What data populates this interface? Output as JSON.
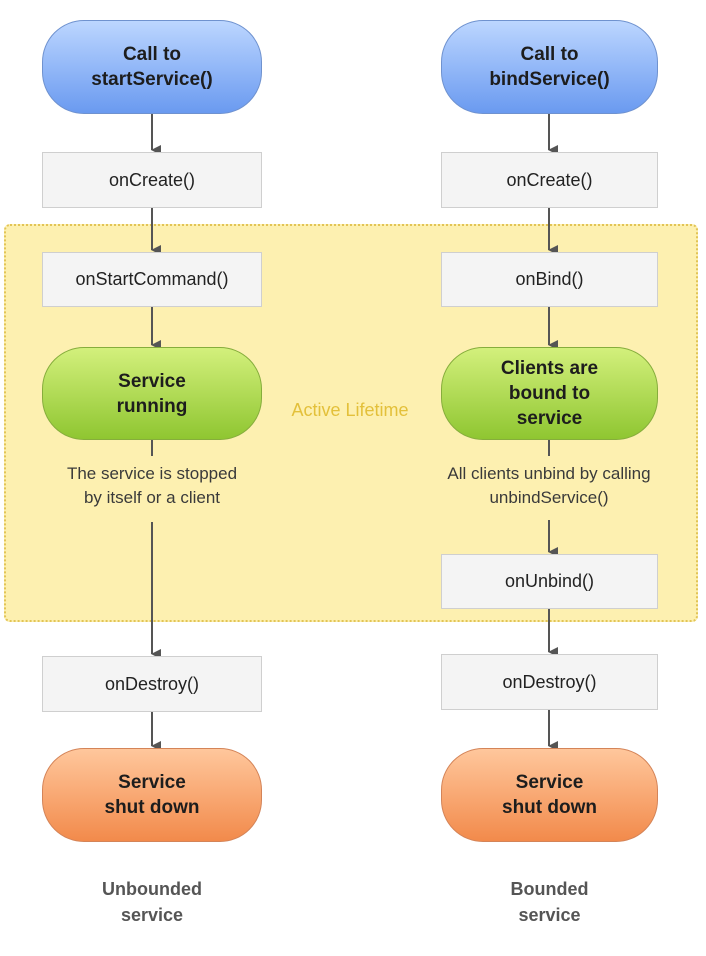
{
  "active_lifetime": "Active\nLifetime",
  "unbounded": {
    "start": "Call to\nstartService()",
    "on_create": "onCreate()",
    "on_start_command": "onStartCommand()",
    "running": "Service\nrunning",
    "stopped_note": "The service is stopped\nby itself or a client",
    "on_destroy": "onDestroy()",
    "shut_down": "Service\nshut down",
    "caption": "Unbounded\nservice"
  },
  "bounded": {
    "start": "Call to\nbindService()",
    "on_create": "onCreate()",
    "on_bind": "onBind()",
    "bound": "Clients are\nbound to\nservice",
    "unbind_note": "All clients unbind by calling\nunbindService()",
    "on_unbind": "onUnbind()",
    "on_destroy": "onDestroy()",
    "shut_down": "Service\nshut down",
    "caption": "Bounded\nservice"
  },
  "colors": {
    "start_node": "#7fa9f5",
    "active_node": "#a4d448",
    "end_node": "#f59a5f",
    "lifetime_region": "#fdf0b0",
    "lifetime_text": "#e3c03a"
  }
}
